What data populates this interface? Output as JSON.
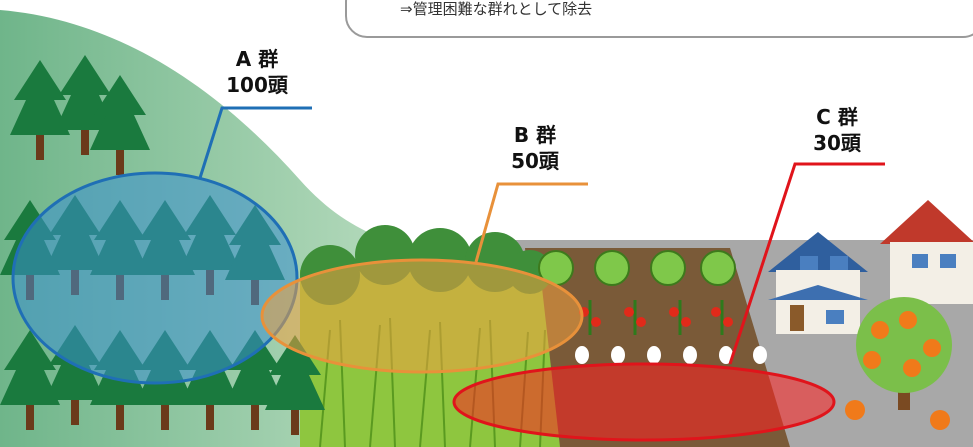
{
  "note": {
    "text": "⇒管理困難な群れとして除去"
  },
  "groups": [
    {
      "id": "A",
      "name": "A 群",
      "count": "100頭",
      "color": "#1f6fb5"
    },
    {
      "id": "B",
      "name": "B 群",
      "count": "50頭",
      "color": "#e8913a"
    },
    {
      "id": "C",
      "name": "C 群",
      "count": "30頭",
      "color": "#e0141b"
    }
  ],
  "colors": {
    "hill": "#8cc39a",
    "tree": "#1a7a3e",
    "trunk": "#6b3a1a",
    "bush": "#2f8a3a",
    "grass": "#7fc23a",
    "field": "#7a5a38",
    "road": "#9a9a9a",
    "house_wall": "#f3efe6",
    "house_roof_blue": "#2f5f9e",
    "house_roof_red": "#c0392b",
    "persimmon": "#f07a1a"
  },
  "icons": [
    "tree-icon",
    "cabbage-icon",
    "tomato-icon",
    "radish-icon",
    "house-icon",
    "persimmon-tree-icon"
  ]
}
